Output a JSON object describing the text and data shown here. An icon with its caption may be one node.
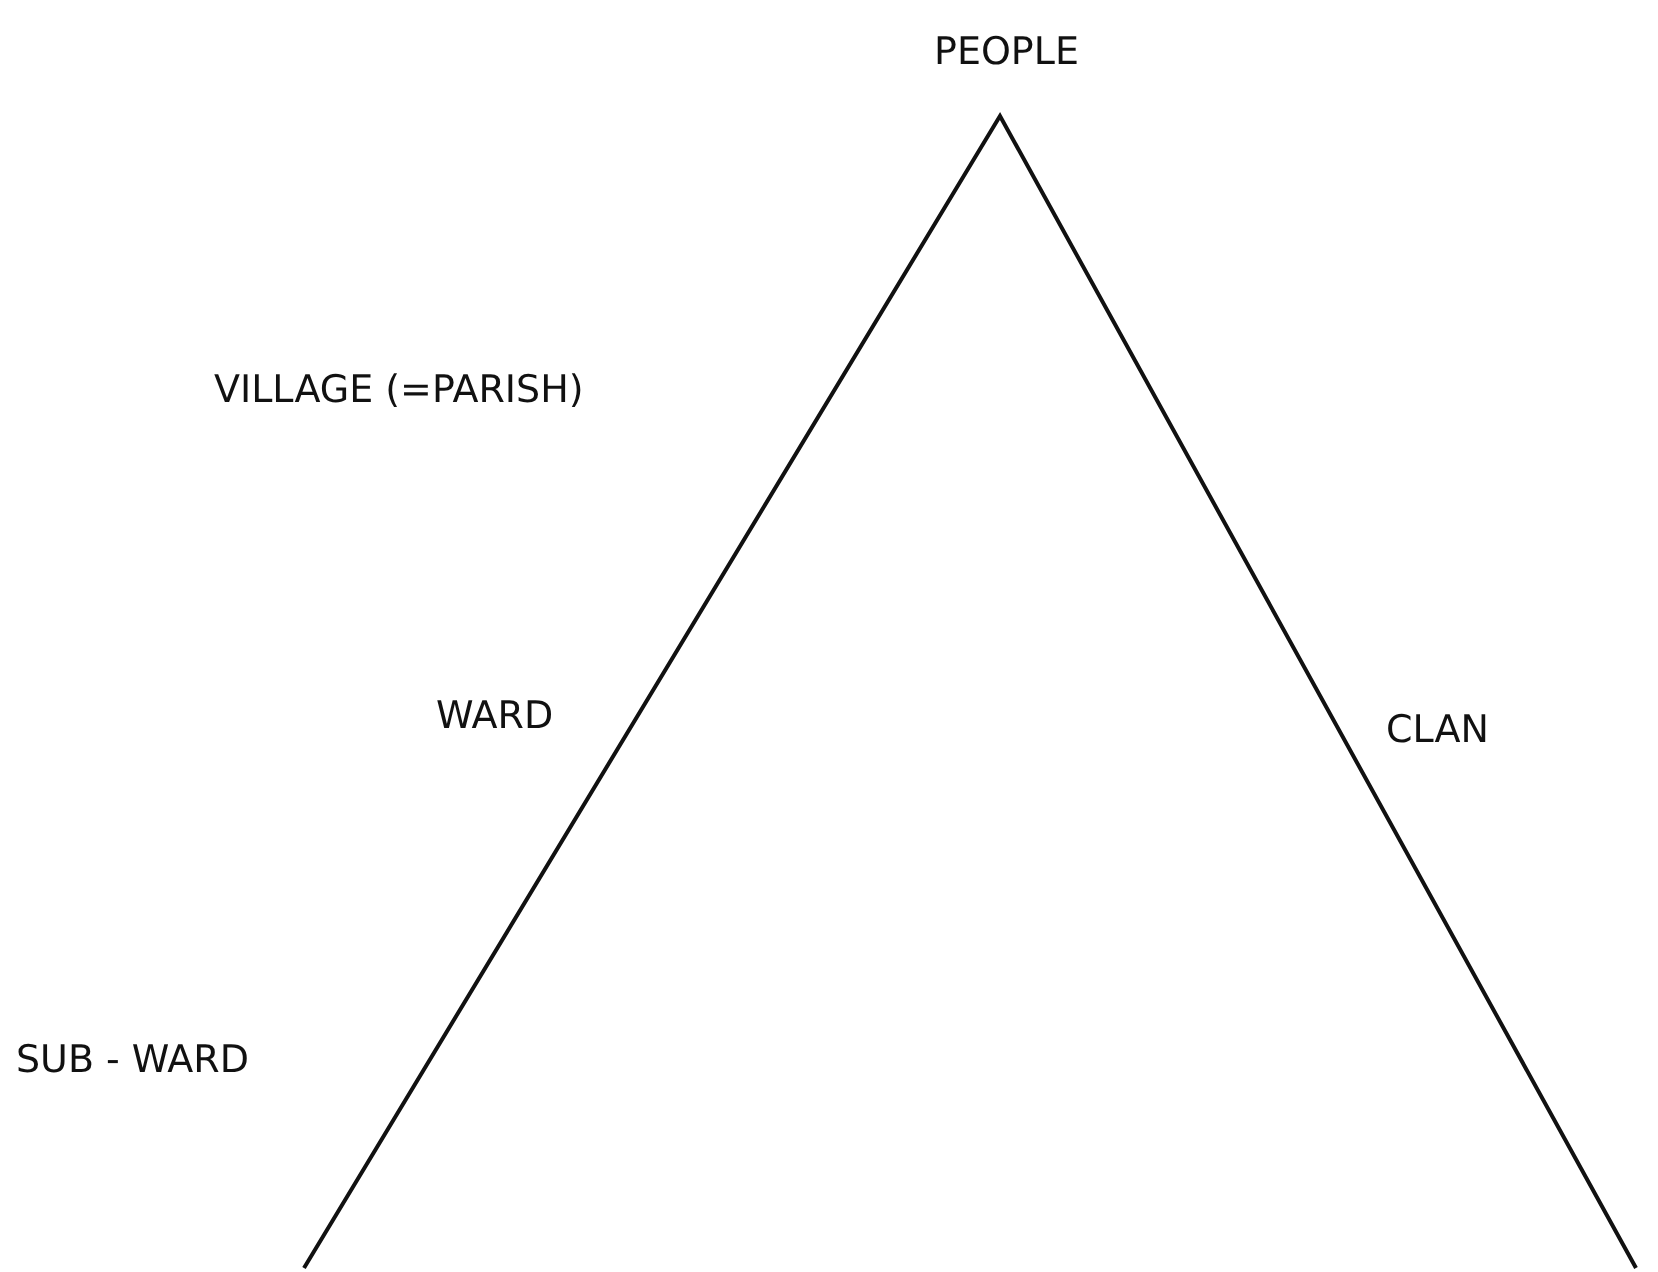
{
  "diagram": {
    "labels": [
      "PEOPLE",
      "VILLAGE (=PARISH)",
      "WARD",
      "CLAN",
      "SUB - WARD"
    ]
  }
}
